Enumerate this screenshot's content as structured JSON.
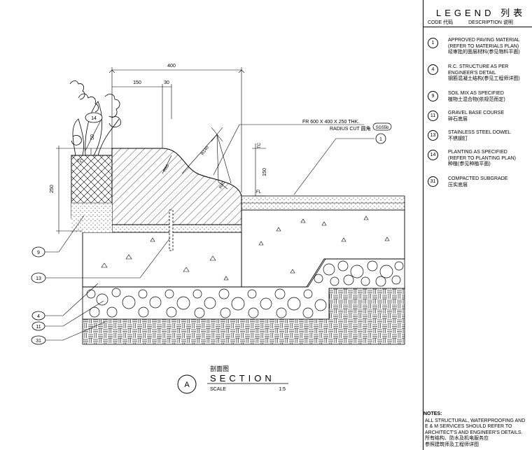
{
  "legend": {
    "title": "LEGEND 列表",
    "col_code": "CODE 代码",
    "col_desc": "DESCRIPTION 说明",
    "items": [
      {
        "code": "1",
        "text": "APPROVED PAVING MATERIAL\n(REFER TO MATERIALS PLAN)\n经审批的面层材料(参见物料平面)"
      },
      {
        "code": "4",
        "text": "R.C. STRUCTURE AS PER\nENGINEER'S DETAIL\n钢筋混凝土结构(参见工程师详图)"
      },
      {
        "code": "9",
        "text": "SOIL MIX AS SPECIFIED\n植物土混合物(依规范而定)"
      },
      {
        "code": "11",
        "text": "GRAVEL BASE COURSE\n碎石底层"
      },
      {
        "code": "13",
        "text": "STAINLESS STEEL DOWEL\n不锈钢钉"
      },
      {
        "code": "14",
        "text": "PLANTING AS SPECIFIED\n(REFER TO PLANTING PLAN)\n种植(参见种植平面)"
      },
      {
        "code": "31",
        "text": "COMPACTED SUBGRADE\n压实底层"
      }
    ]
  },
  "drawing": {
    "dim_400": "400",
    "dim_150": "150",
    "dim_30": "30",
    "dim_50": "50",
    "dim_250": "250",
    "dim_150_v": "150",
    "label_tc_left": "TC",
    "label_tc_right": "TC",
    "label_fl": "FL",
    "label_r140": "R140",
    "label_r60": "R60",
    "label_r40": "R40",
    "label_fr_line1": "FR 600 X 400 X 250 THK.",
    "label_fr_line2": "RADIUS CUT 圆角",
    "label_code": "SG55b",
    "callouts": [
      "14",
      "1",
      "9",
      "13",
      "4",
      "11",
      "31"
    ]
  },
  "title_block": {
    "letter": "A",
    "chinese": "剖面图",
    "title": "SECTION",
    "scale_label": "SCALE",
    "scale_value": "1:5"
  },
  "notes": {
    "heading": "NOTES:",
    "body": "ALL STRUCTURAL, WATERPROOFING AND\nE & M SERVICES SHOULD REFER TO\nARCHITECT'S AND ENGINEER'S DETAILS.\n所有结构、防水及机电服务应\n参照建筑师及工程师详图"
  }
}
